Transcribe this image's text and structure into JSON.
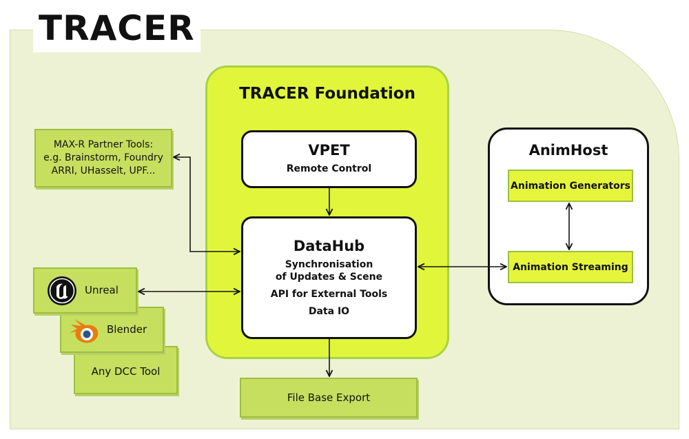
{
  "title": "TRACER",
  "foundation": {
    "title": "TRACER Foundation"
  },
  "vpet": {
    "title": "VPET",
    "subtitle": "Remote Control"
  },
  "datahub": {
    "title": "DataHub",
    "lines": [
      "Synchronisation",
      "of Updates & Scene",
      "API for External Tools",
      "Data IO"
    ]
  },
  "animhost": {
    "title": "AnimHost",
    "generators": "Animation Generators",
    "streaming": "Animation Streaming"
  },
  "partners": {
    "lines": [
      "MAX-R Partner Tools:",
      "e.g. Brainstorm, Foundry",
      "ARRI, UHasselt, UPF..."
    ]
  },
  "tools": {
    "unreal": "Unreal",
    "blender": "Blender",
    "dcc": "Any DCC Tool"
  },
  "export": "File Base Export",
  "colors": {
    "background": "#eef2d4",
    "foundation_fill": "#e1f63b",
    "tool_box_fill": "#c6df5f",
    "animhost_inner_fill": "#e5f53c",
    "blender_orange": "#e87d0d",
    "blender_blue": "#265787"
  },
  "icons": {
    "unreal": "unreal-engine-logo-icon",
    "blender": "blender-logo-icon"
  }
}
